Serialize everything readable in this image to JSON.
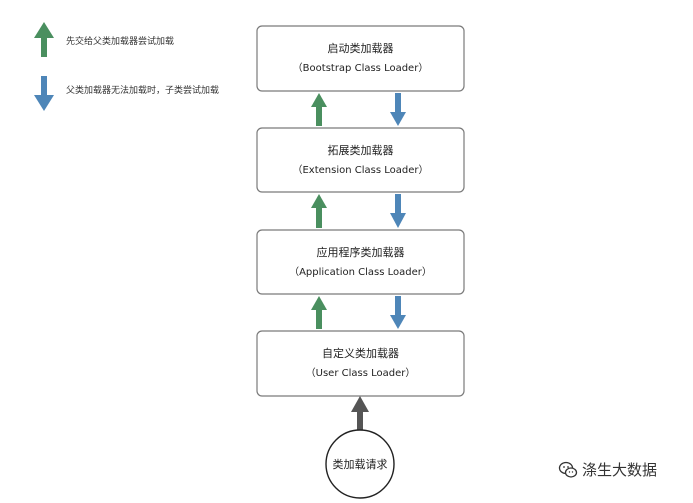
{
  "legend": {
    "delegate_up": "先交给父类加载器尝试加载",
    "fallback_down": "父类加载器无法加载时，子类尝试加载"
  },
  "loaders": [
    {
      "name": "启动类加载器",
      "english": "（Bootstrap Class Loader）"
    },
    {
      "name": "拓展类加载器",
      "english": "（Extension Class Loader）"
    },
    {
      "name": "应用程序类加载器",
      "english": "（Application Class Loader）"
    },
    {
      "name": "自定义类加载器",
      "english": "（User Class Loader）"
    }
  ],
  "request": {
    "label": "类加载请求"
  },
  "watermark": {
    "text": "涤生大数据",
    "icon": "wechat-icon"
  },
  "colors": {
    "up_arrow": "#4a8f5f",
    "down_arrow": "#4e86b8",
    "request_arrow": "#555555",
    "box_border": "#7a7a7a"
  }
}
